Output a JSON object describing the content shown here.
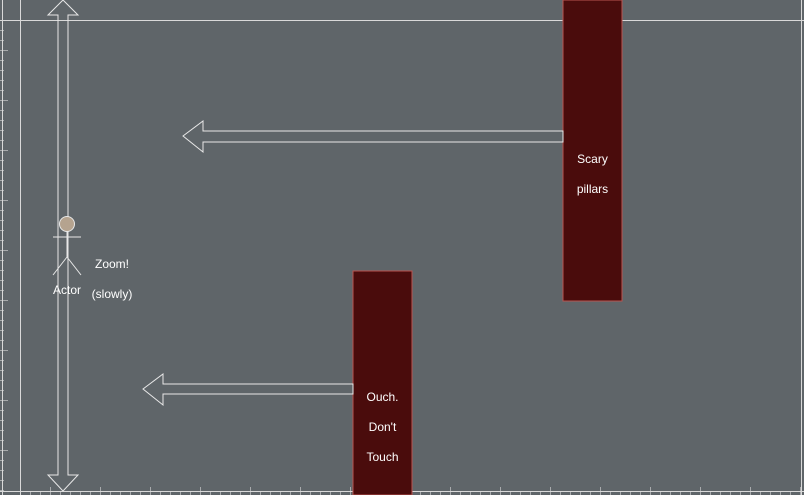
{
  "diagram": {
    "background_color": "#5f6569",
    "grid_color": "#d9d9d9",
    "stroke_color": "#e8e8e8",
    "pillar_fill": "#4a0c0c",
    "pillar_stroke": "#b85450",
    "actor_head_color": "#b5a38f",
    "actor": {
      "label": "Actor",
      "note_line1": "Zoom!",
      "note_line2": "(slowly)"
    },
    "pillar_top": {
      "label_line1": "Scary",
      "label_line2": "pillars"
    },
    "pillar_bottom": {
      "label_line1": "Ouch.",
      "label_line2": "Don't",
      "label_line3": "Touch"
    }
  }
}
